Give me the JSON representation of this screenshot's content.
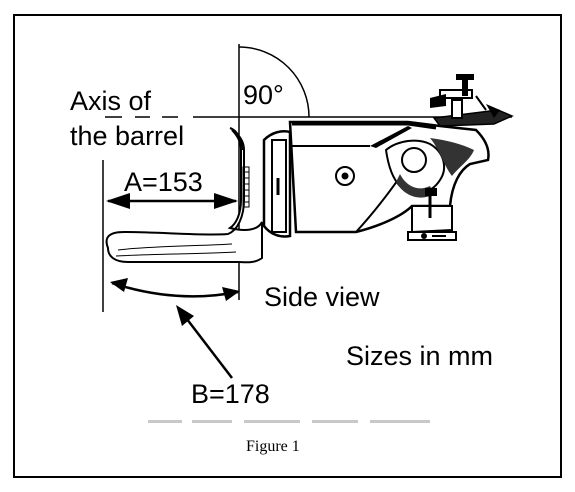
{
  "figure": {
    "axis_label_line1": "Axis of",
    "axis_label_line2": "the barrel",
    "angle_label": "90°",
    "dimension_a": "A=153",
    "dimension_b": "B=178",
    "side_view_label": "Side view",
    "units_label": "Sizes in mm",
    "caption": "Figure 1"
  },
  "colors": {
    "ink": "#000000",
    "frame": "#000000",
    "background": "#ffffff",
    "shading": "#333333"
  }
}
